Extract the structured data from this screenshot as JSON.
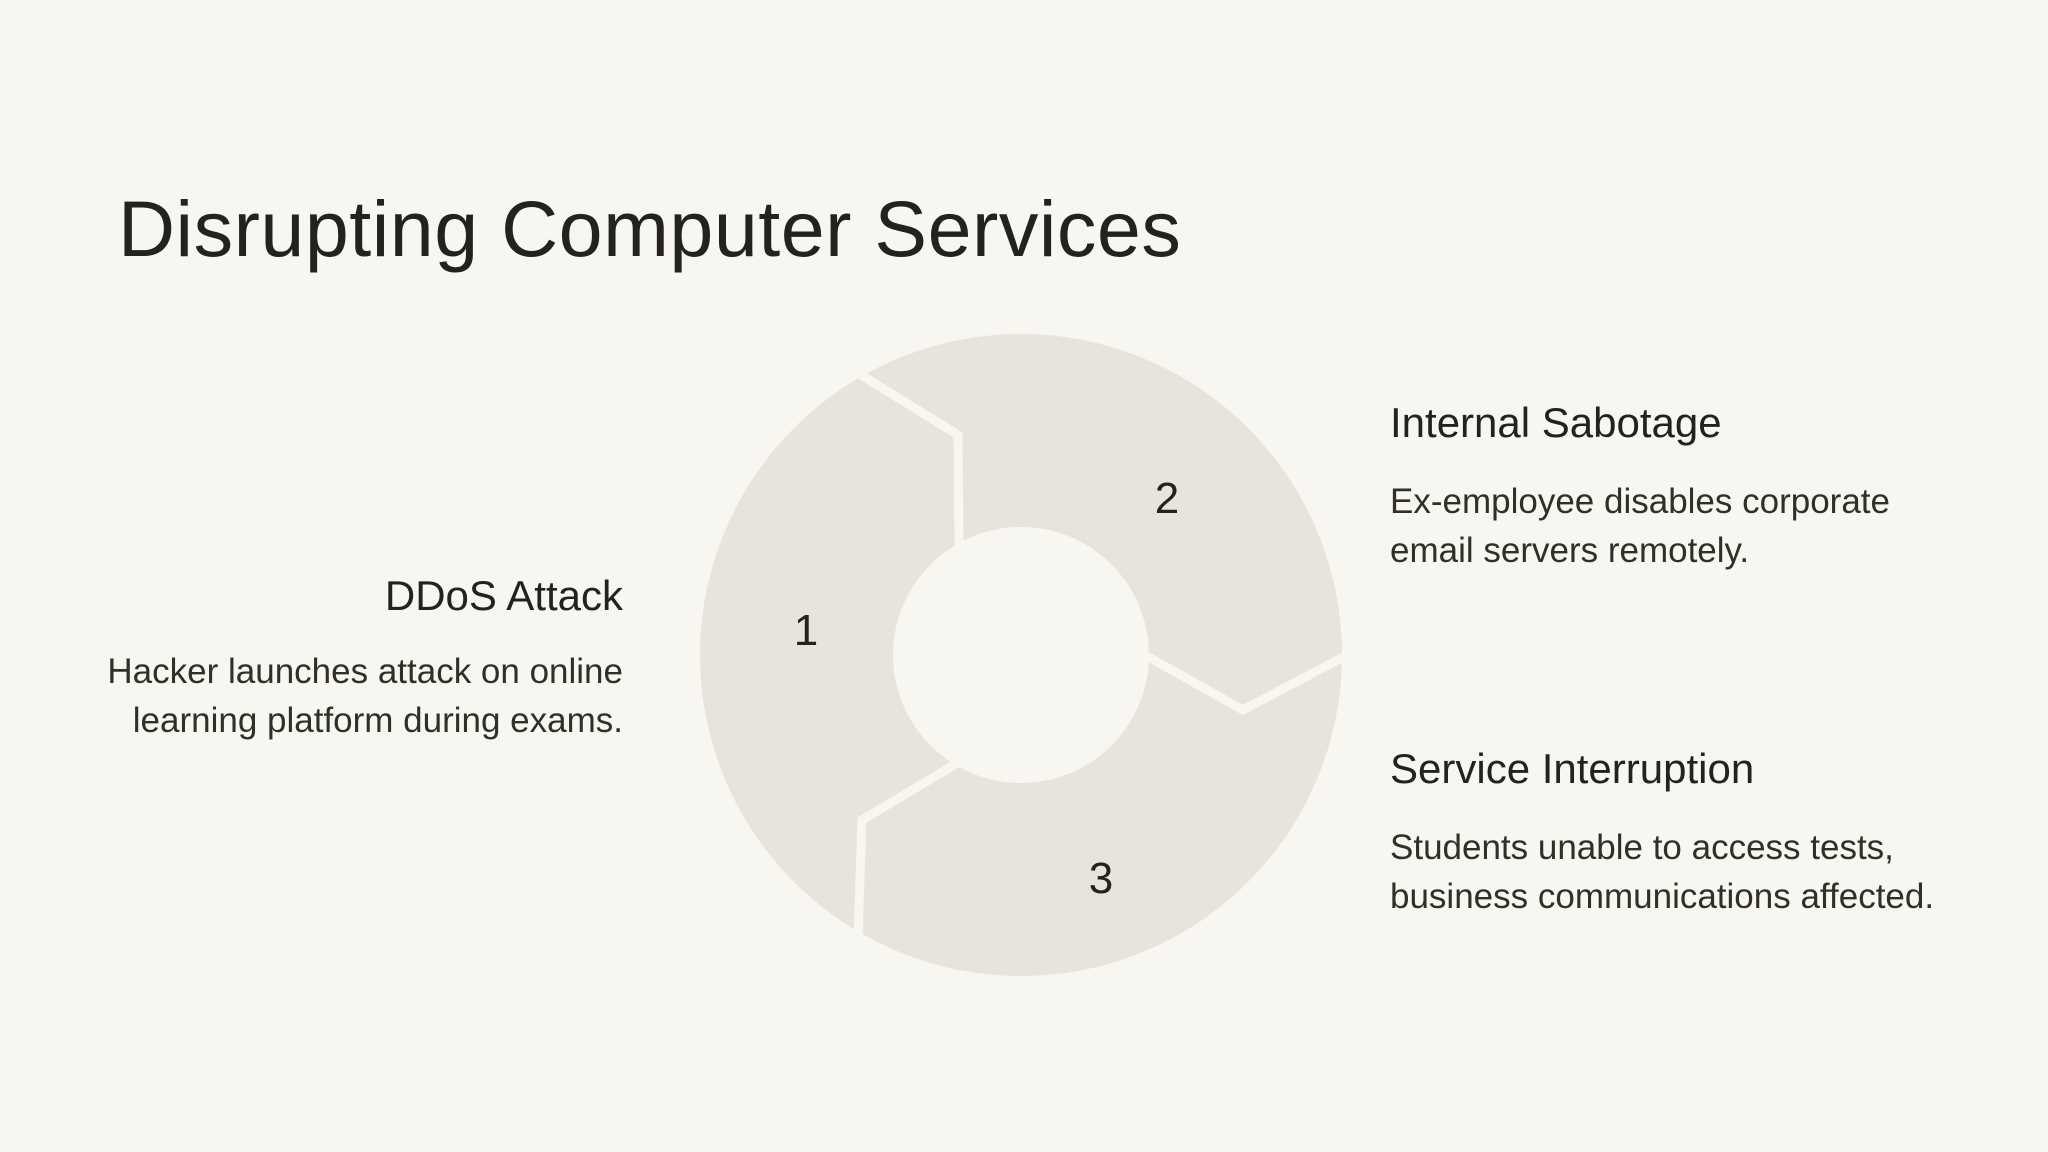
{
  "title": "Disrupting Computer Services",
  "segments": [
    {
      "number": "1"
    },
    {
      "number": "2"
    },
    {
      "number": "3"
    }
  ],
  "callouts": [
    {
      "heading": "DDoS Attack",
      "lines": [
        "Hacker launches attack on online",
        "learning platform during exams."
      ]
    },
    {
      "heading": "Internal Sabotage",
      "lines": [
        "Ex-employee disables corporate",
        "email servers remotely."
      ]
    },
    {
      "heading": "Service Interruption",
      "lines": [
        "Students unable to access tests,",
        "business communications affected."
      ]
    }
  ],
  "colors": {
    "background": "#f8f6f1",
    "segment": "#e7e4dc",
    "heading_text": "#23221d",
    "body_text": "#302f28"
  }
}
